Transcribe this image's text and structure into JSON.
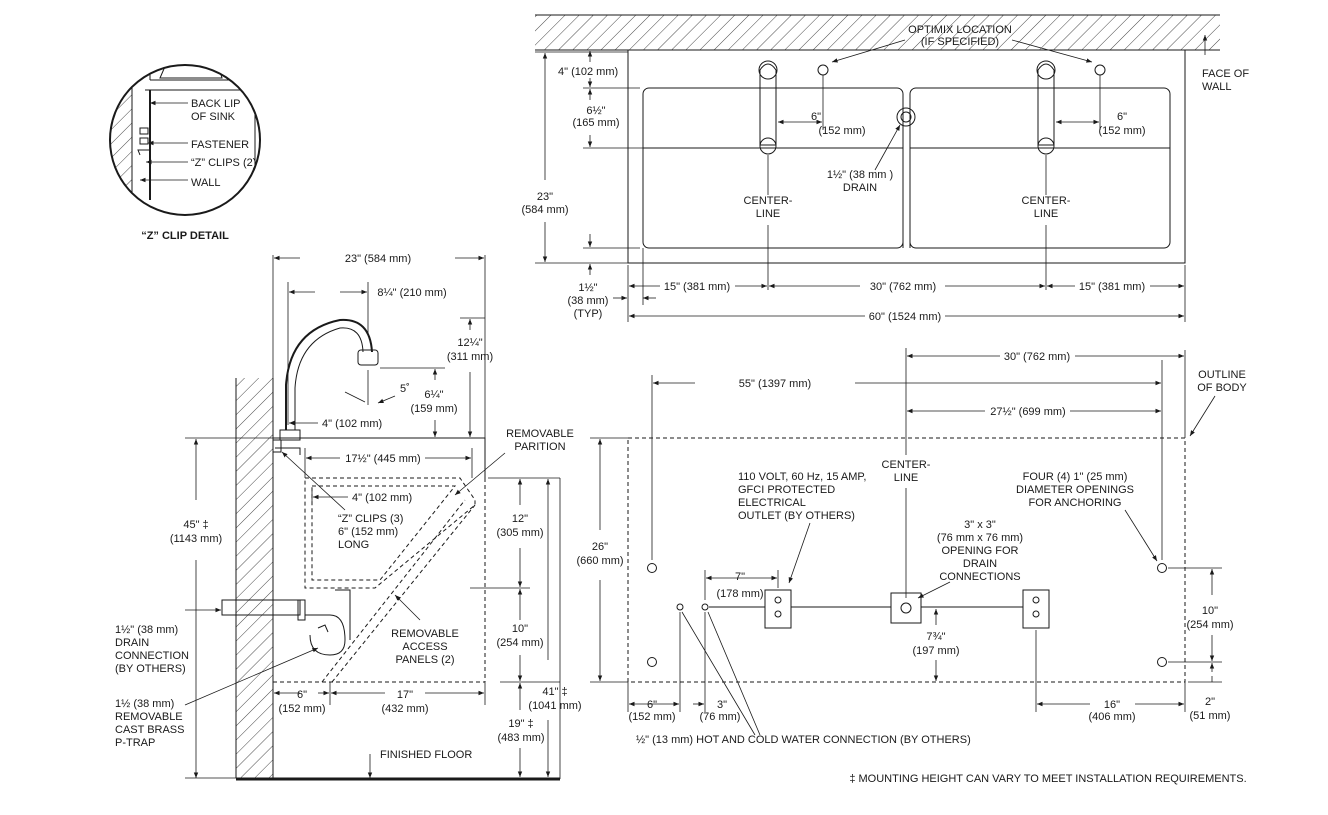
{
  "colors": {
    "line": "#1a1a1a",
    "background": "#ffffff"
  },
  "zclip": {
    "back_lip": [
      "BACK LIP",
      "OF SINK"
    ],
    "fastener": "FASTENER",
    "zclips": "“Z” CLIPS (2)",
    "wall": "WALL",
    "title": "“Z” CLIP DETAIL"
  },
  "top": {
    "optimix": [
      "OPTIMIX LOCATION",
      "(IF SPECIFIED)"
    ],
    "face_of_wall": [
      "FACE OF",
      "WALL"
    ],
    "d4": [
      "4\" (102 mm)"
    ],
    "d6_5": [
      "6½\"",
      "(165 mm)"
    ],
    "d23": [
      "23\"",
      "(584 mm)"
    ],
    "d1_5": [
      "1½\"",
      "(38 mm)",
      "(TYP)"
    ],
    "d6a": [
      "6\"",
      "(152 mm)"
    ],
    "d6b": [
      "6\"",
      "(152 mm)"
    ],
    "drain": [
      "1½\" (38 mm )",
      "DRAIN"
    ],
    "centerline_l": [
      "CENTER-",
      "LINE"
    ],
    "centerline_r": [
      "CENTER-",
      "LINE"
    ],
    "d15a": "15\" (381 mm)",
    "d30": "30\" (762 mm)",
    "d15b": "15\" (381 mm)",
    "d60": "60\" (1524 mm)"
  },
  "side": {
    "d23": "23\" (584 mm)",
    "d8_25": "8¼\" (210 mm)",
    "d12_25": [
      "12¼\"",
      "(311 mm)"
    ],
    "d5": "5˚",
    "d6_25": [
      "6¼\"",
      "(159 mm)"
    ],
    "d4": "4\" (102 mm)",
    "partition": [
      "REMOVABLE",
      "PARITION"
    ],
    "d17_5": "17½\" (445 mm)",
    "d4b": "4\" (102 mm)",
    "zclips3": [
      "“Z” CLIPS (3)",
      "6\" (152 mm)",
      "LONG"
    ],
    "d12": [
      "12\"",
      "(305 mm)"
    ],
    "d45": [
      "45\" ‡",
      "(1143 mm)"
    ],
    "d10": [
      "10\"",
      "(254 mm)"
    ],
    "access": [
      "REMOVABLE",
      "ACCESS",
      "PANELS (2)"
    ],
    "drain_conn": [
      "1½\" (38 mm)",
      "DRAIN",
      "CONNECTION",
      "(BY OTHERS)"
    ],
    "d41": [
      "41\" ‡",
      "(1041 mm)"
    ],
    "ptrap": [
      "1½ (38 mm)",
      "REMOVABLE",
      "CAST BRASS",
      "P-TRAP"
    ],
    "d6": [
      "6\"",
      "(152 mm)"
    ],
    "d17": [
      "17\"",
      "(432 mm)"
    ],
    "d19": [
      "19\" ‡",
      "(483 mm)"
    ],
    "floor": "FINISHED FLOOR"
  },
  "front": {
    "d30": "30\" (762 mm)",
    "outline": [
      "OUTLINE",
      "OF BODY"
    ],
    "d55": "55\" (1397 mm)",
    "d27_5": "27½\" (699 mm)",
    "centerline": [
      "CENTER-",
      "LINE"
    ],
    "outlet": [
      "110 VOLT, 60 Hz, 15 AMP,",
      "GFCI PROTECTED",
      "ELECTRICAL",
      "OUTLET (BY OTHERS)"
    ],
    "anchor": [
      "FOUR (4) 1\" (25 mm)",
      "DIAMETER OPENINGS",
      "FOR ANCHORING"
    ],
    "d26": [
      "26\"",
      "(660 mm)"
    ],
    "opening": [
      "3\" x 3\"",
      "(76 mm x 76 mm)",
      "OPENING FOR",
      "DRAIN",
      "CONNECTIONS"
    ],
    "d7": [
      "7\"",
      "(178 mm)"
    ],
    "d10": [
      "10\"",
      "(254 mm)"
    ],
    "d7_75": [
      "7¾\"",
      "(197 mm)"
    ],
    "d6": [
      "6\"",
      "(152 mm)"
    ],
    "d3": [
      "3\"",
      "(76 mm)"
    ],
    "d16": [
      "16\"",
      "(406 mm)"
    ],
    "d2": [
      "2\"",
      "(51 mm)"
    ],
    "water": "½\" (13 mm) HOT AND COLD WATER CONNECTION (BY OTHERS)",
    "note": "‡ MOUNTING HEIGHT CAN VARY TO MEET INSTALLATION REQUIREMENTS."
  }
}
